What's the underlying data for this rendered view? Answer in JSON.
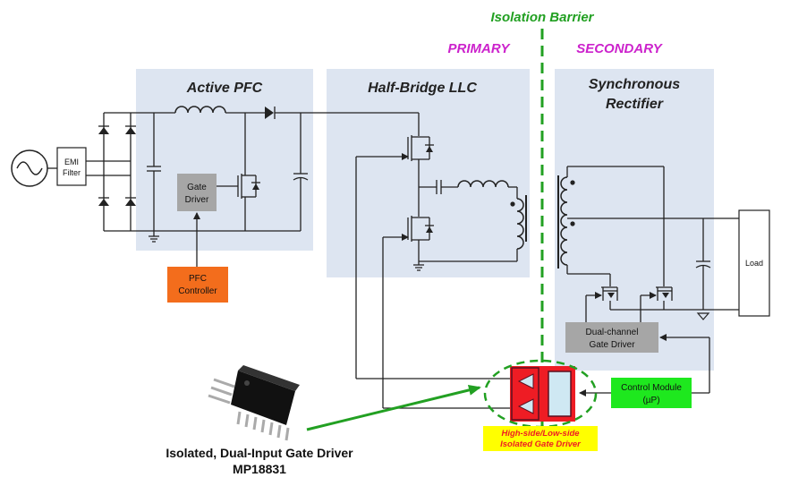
{
  "labels": {
    "isolation_barrier": "Isolation Barrier",
    "primary": "PRIMARY",
    "secondary": "SECONDARY",
    "active_pfc": "Active PFC",
    "half_bridge_llc": "Half-Bridge LLC",
    "sync_rect_line1": "Synchronous",
    "sync_rect_line2": "Rectifier",
    "emi_line1": "EMI",
    "emi_line2": "Filter",
    "gate_driver_line1": "Gate",
    "gate_driver_line2": "Driver",
    "pfc_ctrl_line1": "PFC",
    "pfc_ctrl_line2": "Controller",
    "load": "Load",
    "dual_gd_line1": "Dual-channel",
    "dual_gd_line2": "Gate Driver",
    "control_line1": "Control Module",
    "control_line2": "(µP)",
    "hs_ls_line1": "High-side/Low-side",
    "hs_ls_line2": "Isolated Gate Driver",
    "caption_line1": "Isolated, Dual-Input Gate Driver",
    "caption_line2": "MP18831"
  },
  "colors": {
    "section_bg": "#dde5f1",
    "barrier": "#22a022",
    "primary_secondary": "#cc22cc",
    "gate_driver": "#a6a6a6",
    "pfc_controller": "#f36d1c",
    "control_module": "#1ee81e",
    "isolated_driver": "#ee1c24",
    "caption_highlight": "#ffff00"
  }
}
